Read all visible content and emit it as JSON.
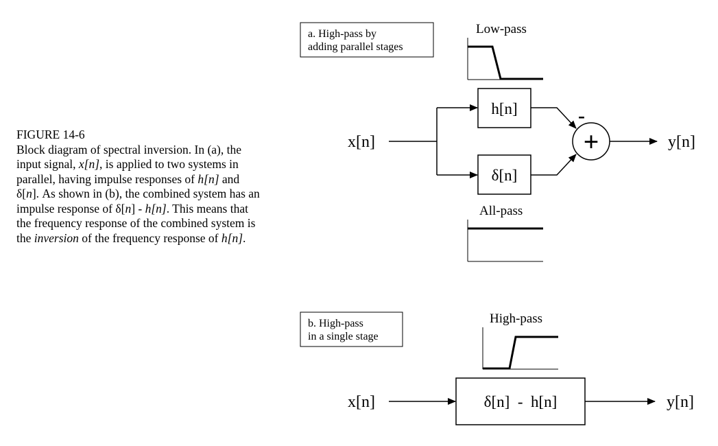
{
  "caption": {
    "title": "FIGURE 14-6",
    "p1": "Block diagram of spectral inversion.  In (a), the input signal, ",
    "v1": "x[n]",
    "p2": ", is applied to two systems in parallel, having impulse responses of ",
    "v2": "h[n]",
    "p3": " and δ[",
    "v3": "n",
    "p4": "].  As shown in (b), the combined system has an impulse response of δ[",
    "v4": "n",
    "p5": "] - ",
    "v5": "h[n]",
    "p6": ".  This means that the frequency response of the combined system is the ",
    "v6": "inversion",
    "p7": " of  the frequency response of ",
    "v7": "h[n]",
    "p8": "."
  },
  "diagram_a": {
    "label_line1": "a.  High-pass by",
    "label_line2": "adding parallel stages",
    "top_response_title": "Low-pass",
    "bottom_response_title": "All-pass",
    "input": "x[n]",
    "output": "y[n]",
    "top_block": "h[n]",
    "bottom_block": "δ[n]",
    "minus_sign": "-",
    "adder_symbol": "+"
  },
  "diagram_b": {
    "label_line1": "b.  High-pass",
    "label_line2": "in a single stage",
    "response_title": "High-pass",
    "input": "x[n]",
    "output": "y[n]",
    "block": "δ[n]  -  h[n]"
  }
}
